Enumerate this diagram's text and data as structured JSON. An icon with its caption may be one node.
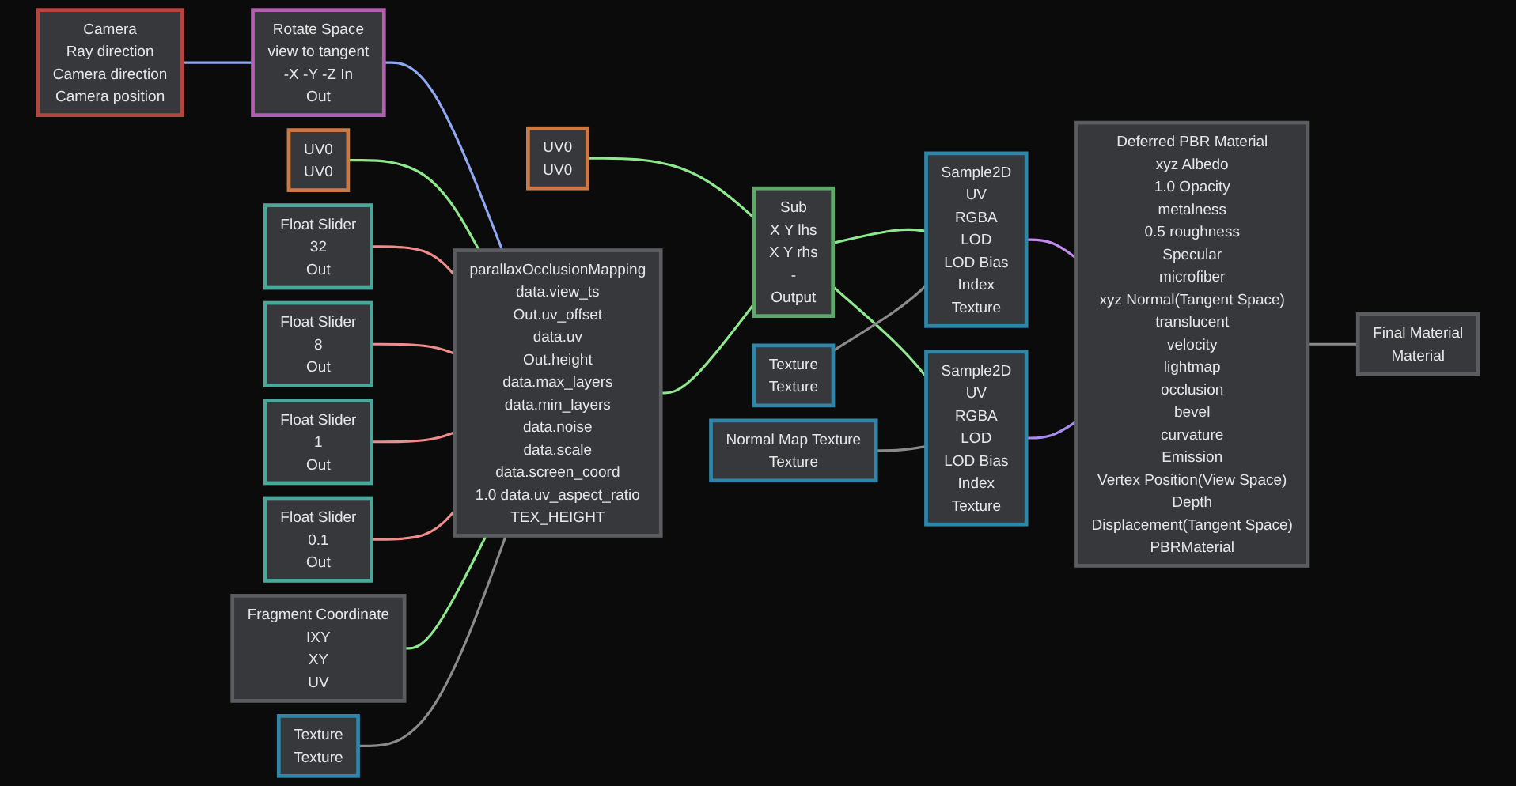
{
  "diagram": {
    "nodes": [
      {
        "text": [
          "Camera",
          "Ray direction",
          "Camera direction",
          "Camera position"
        ]
      },
      {
        "text": [
          "Rotate Space",
          "view to tangent",
          "-X -Y -Z In",
          "Out"
        ]
      },
      {
        "text": [
          "UV0",
          "UV0"
        ]
      },
      {
        "text": [
          "Sub",
          "X Y lhs",
          "X Y rhs",
          "-",
          "Output"
        ]
      },
      {
        "text": [
          "Sample2D",
          "UV",
          "RGBA",
          "LOD",
          "LOD Bias",
          "Index",
          "Texture"
        ]
      },
      {
        "text": [
          "Deferred PBR Material",
          "xyz Albedo",
          "1.0 Opacity",
          "metalness",
          "0.5 roughness",
          "Specular",
          "microfiber",
          "xyz Normal(Tangent Space)",
          "translucent",
          "velocity",
          "lightmap",
          "occlusion",
          "bevel",
          "curvature",
          "Emission",
          "Vertex Position(View Space)",
          "Depth",
          "Displacement(Tangent Space)",
          "PBRMaterial"
        ]
      },
      {
        "text": [
          "UV0",
          "UV0"
        ]
      },
      {
        "text": [
          "Float Slider",
          "32",
          "Out"
        ]
      },
      {
        "text": [
          "Texture",
          "Texture"
        ]
      },
      {
        "text": [
          "Final Material",
          "Material"
        ]
      },
      {
        "text": [
          "Float Slider",
          "8",
          "Out"
        ]
      },
      {
        "text": [
          "Float Slider",
          "1",
          "Out"
        ]
      },
      {
        "text": [
          "parallaxOcclusionMapping",
          "data.view_ts",
          "Out.uv_offset",
          "data.uv",
          "Out.height",
          "data.max_layers",
          "data.min_layers",
          "data.noise",
          "data.scale",
          "data.screen_coord",
          "1.0 data.uv_aspect_ratio",
          "TEX_HEIGHT"
        ]
      },
      {
        "text": [
          "Float Slider",
          "0.1",
          "Out"
        ]
      },
      {
        "text": [
          "Sample2D",
          "UV",
          "RGBA",
          "LOD",
          "LOD Bias",
          "Index",
          "Texture"
        ]
      },
      {
        "text": [
          "Normal Map Texture",
          "Texture"
        ]
      },
      {
        "text": [
          "Fragment Coordinate",
          "IXY",
          "XY",
          "UV"
        ]
      },
      {
        "text": [
          "Texture",
          "Texture"
        ]
      }
    ],
    "edges": [
      {
        "from": 0,
        "to": 1,
        "arrow": "none",
        "color": "#8fa8f0"
      },
      {
        "from": 1,
        "to": 12,
        "arrow": "none",
        "color": "#8fa8f0"
      },
      {
        "from": 6,
        "to": 12,
        "arrow": "none"
      },
      {
        "from": 7,
        "to": 12,
        "arrow": "none",
        "color": "#f08c8c"
      },
      {
        "from": 10,
        "to": 12,
        "arrow": "none",
        "color": "#f08c8c"
      },
      {
        "from": 11,
        "to": 12,
        "arrow": "none",
        "color": "#f08c8c"
      },
      {
        "from": 13,
        "to": 12,
        "arrow": "none",
        "color": "#f08c8c"
      },
      {
        "from": 16,
        "to": 12,
        "arrow": "none"
      },
      {
        "from": 17,
        "to": 12,
        "arrow": "none",
        "color": "#8a8a8a"
      },
      {
        "from": 2,
        "to": 3,
        "arrow": "none"
      },
      {
        "from": 12,
        "to": 3,
        "arrow": "none"
      },
      {
        "from": 3,
        "to": 4,
        "arrow": "none"
      },
      {
        "from": 3,
        "to": 14,
        "arrow": "none"
      },
      {
        "from": 8,
        "to": 4,
        "arrow": "none",
        "color": "#8a8a8a"
      },
      {
        "from": 15,
        "to": 14,
        "arrow": "none",
        "color": "#8a8a8a"
      },
      {
        "from": 4,
        "to": 5,
        "arrow": "none",
        "color": "#c48cf0"
      },
      {
        "from": 14,
        "to": 5,
        "arrow": "none",
        "color": "#a98cf0"
      },
      {
        "from": 5,
        "to": 9,
        "arrow": "none",
        "color": "#8a8a8a"
      }
    ]
  }
}
